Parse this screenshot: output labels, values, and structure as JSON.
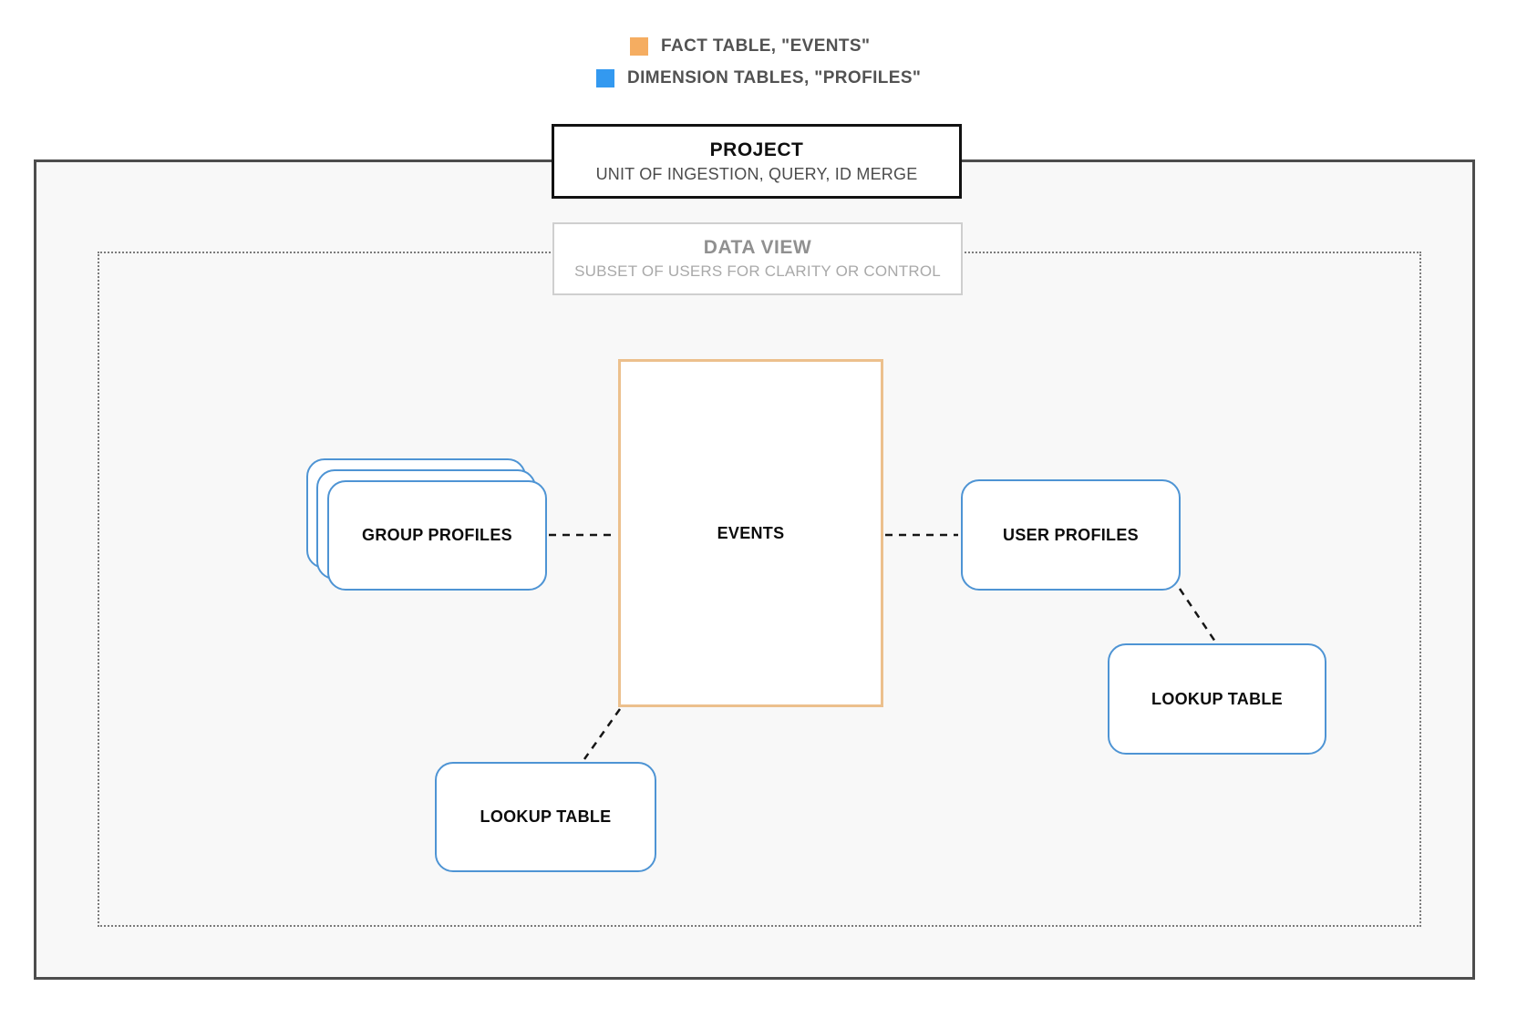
{
  "legend": {
    "items": [
      {
        "icon": "fact-swatch-icon",
        "color": "#F5AD61",
        "label": "FACT TABLE, \"EVENTS\""
      },
      {
        "icon": "dimension-swatch-icon",
        "color": "#3399F0",
        "label": "DIMENSION TABLES, \"PROFILES\""
      }
    ]
  },
  "project": {
    "title": "PROJECT",
    "subtitle": "UNIT OF INGESTION, QUERY, ID MERGE"
  },
  "data_view": {
    "title": "DATA VIEW",
    "subtitle": "SUBSET OF USERS FOR CLARITY OR CONTROL"
  },
  "nodes": {
    "events": {
      "label": "EVENTS",
      "type": "fact"
    },
    "group_profiles": {
      "label": "GROUP PROFILES",
      "type": "dimension",
      "stacked": true
    },
    "user_profiles": {
      "label": "USER PROFILES",
      "type": "dimension"
    },
    "lookup_left": {
      "label": "LOOKUP TABLE",
      "type": "dimension"
    },
    "lookup_right": {
      "label": "LOOKUP TABLE",
      "type": "dimension"
    }
  },
  "edges": [
    {
      "from": "group_profiles",
      "to": "events",
      "style": "dashed"
    },
    {
      "from": "events",
      "to": "user_profiles",
      "style": "dashed"
    },
    {
      "from": "user_profiles",
      "to": "lookup_right",
      "style": "dashed"
    },
    {
      "from": "events",
      "to": "lookup_left",
      "style": "dashed"
    }
  ],
  "colors": {
    "fact_fill": "#F5AD61",
    "dimension_fill": "#3399F0",
    "fact_node_border": "#ECC08D",
    "dimension_node_border": "#4E94D4",
    "connector": "#161616",
    "panel_border": "#4D4D4D",
    "panel_background": "#F8F8F8"
  }
}
